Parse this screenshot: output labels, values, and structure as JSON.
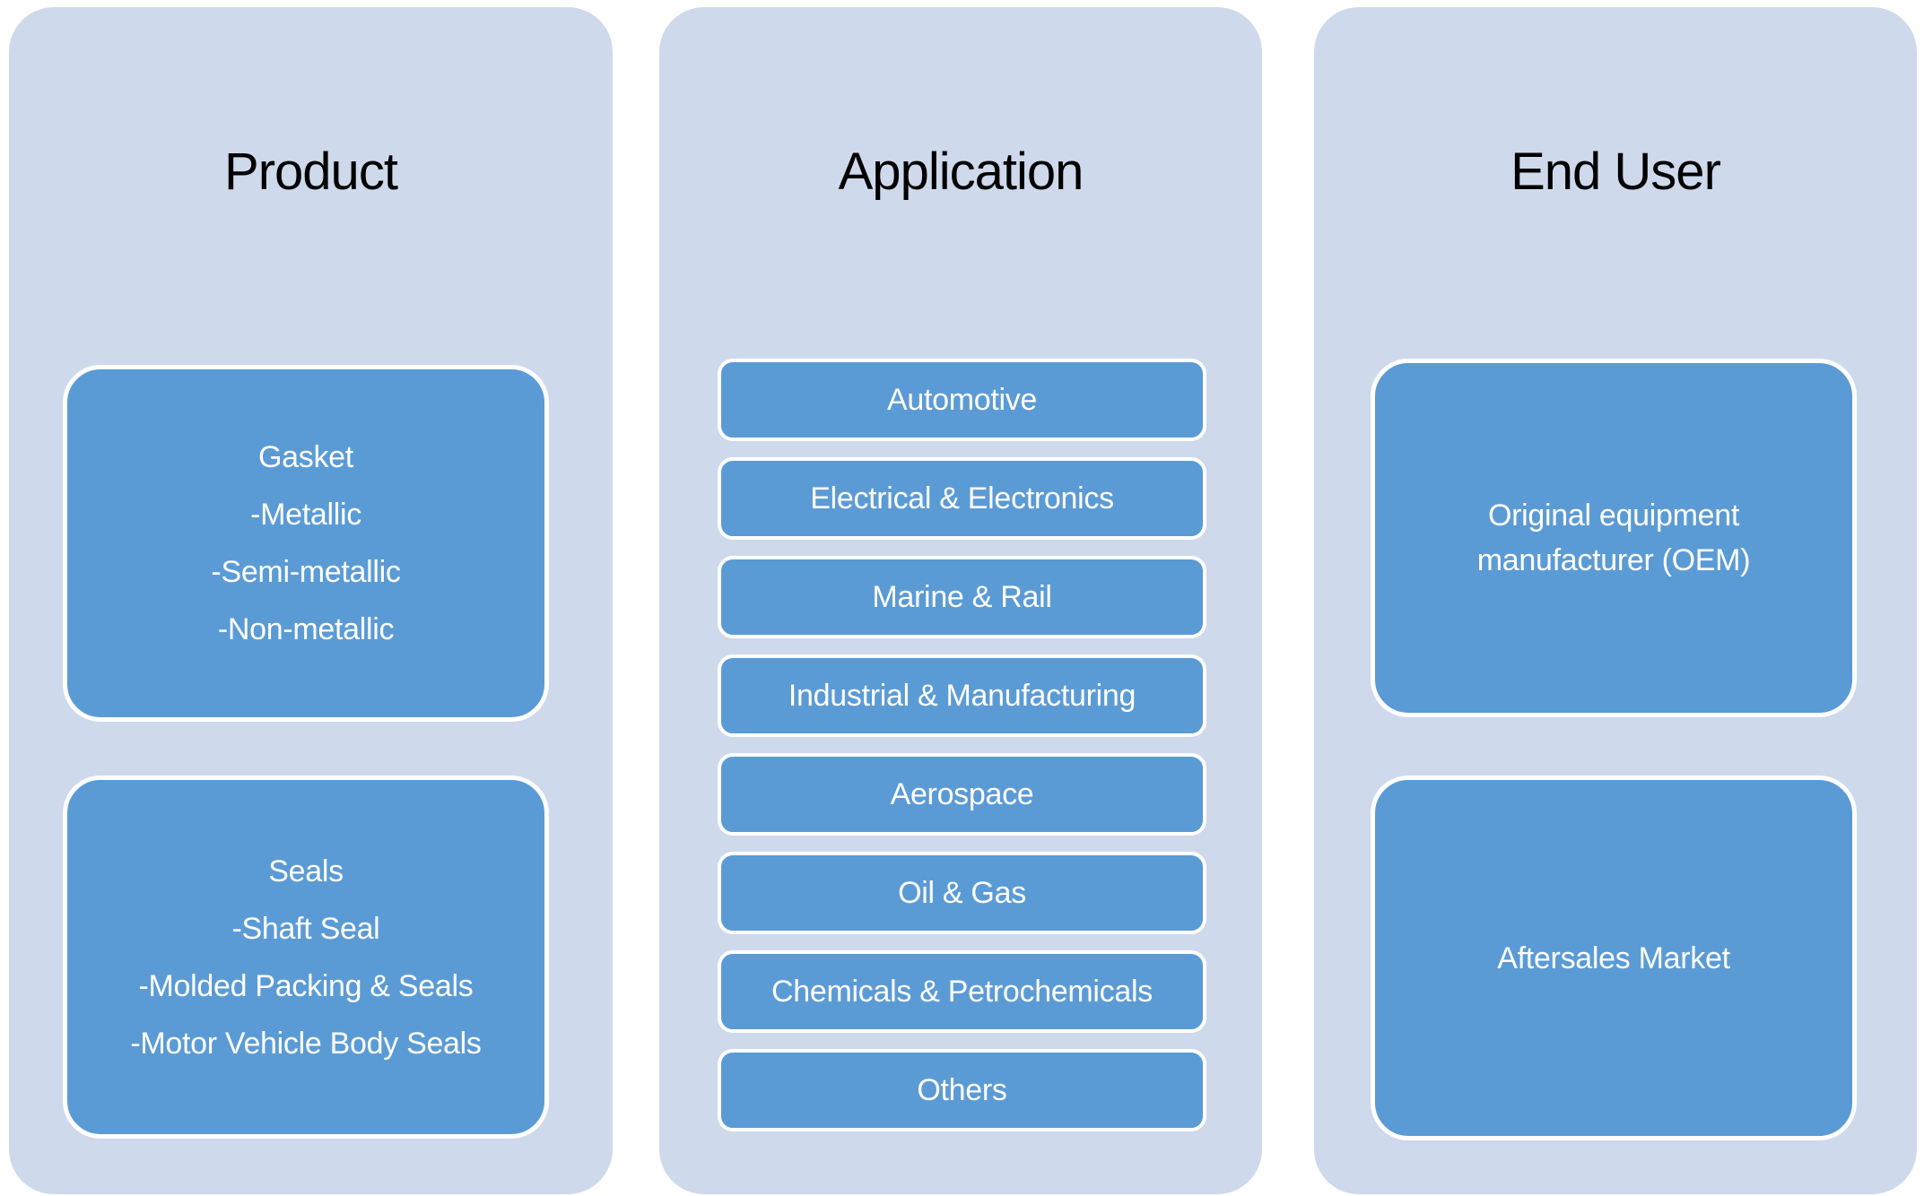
{
  "diagram": {
    "title_color": "#000000",
    "panel_color": "#cfd9ec",
    "box_color": "#5b9bd5",
    "box_text_color": "#ffffff",
    "columns": [
      {
        "title": "Product",
        "boxes": [
          {
            "lines": [
              "Gasket",
              "-Metallic",
              "-Semi-metallic",
              "-Non-metallic"
            ]
          },
          {
            "lines": [
              "Seals",
              "-Shaft Seal",
              "-Molded Packing & Seals",
              "-Motor Vehicle Body Seals"
            ]
          }
        ]
      },
      {
        "title": "Application",
        "items": [
          "Automotive",
          "Electrical & Electronics",
          "Marine & Rail",
          "Industrial & Manufacturing",
          "Aerospace",
          "Oil & Gas",
          "Chemicals & Petrochemicals",
          "Others"
        ]
      },
      {
        "title": "End User",
        "boxes": [
          {
            "text": "Original equipment manufacturer (OEM)"
          },
          {
            "text": "Aftersales Market"
          }
        ]
      }
    ]
  }
}
